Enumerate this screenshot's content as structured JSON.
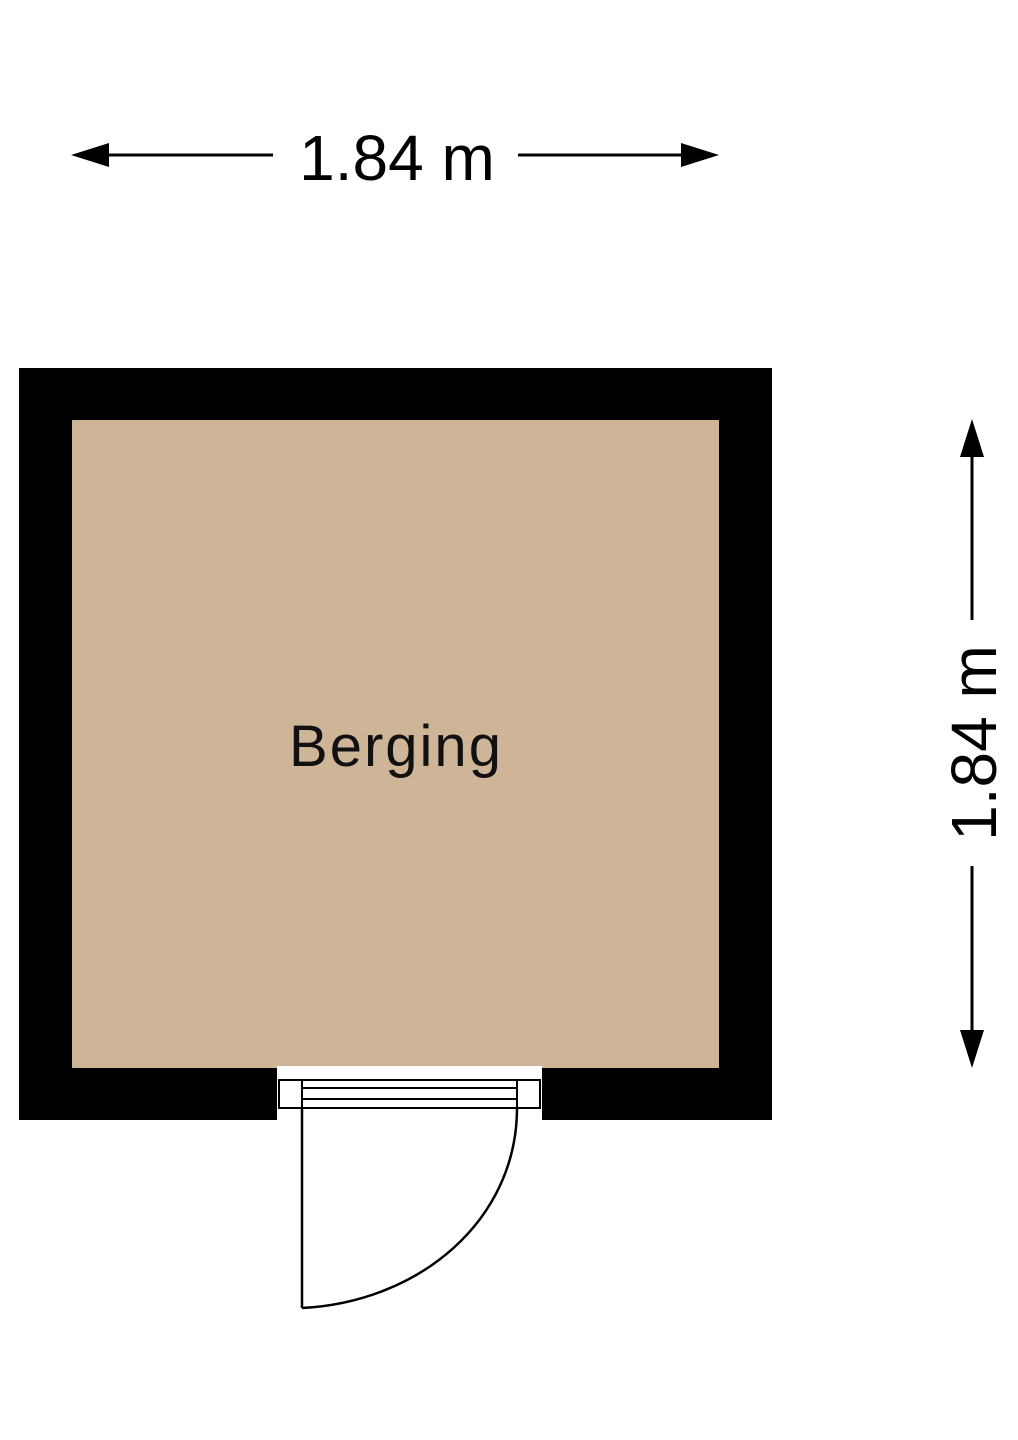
{
  "plan": {
    "room_label": "Berging",
    "width_label": "1.84 m",
    "height_label": "1.84 m",
    "floor_color": "#CEB598",
    "wall_color": "#000000"
  }
}
